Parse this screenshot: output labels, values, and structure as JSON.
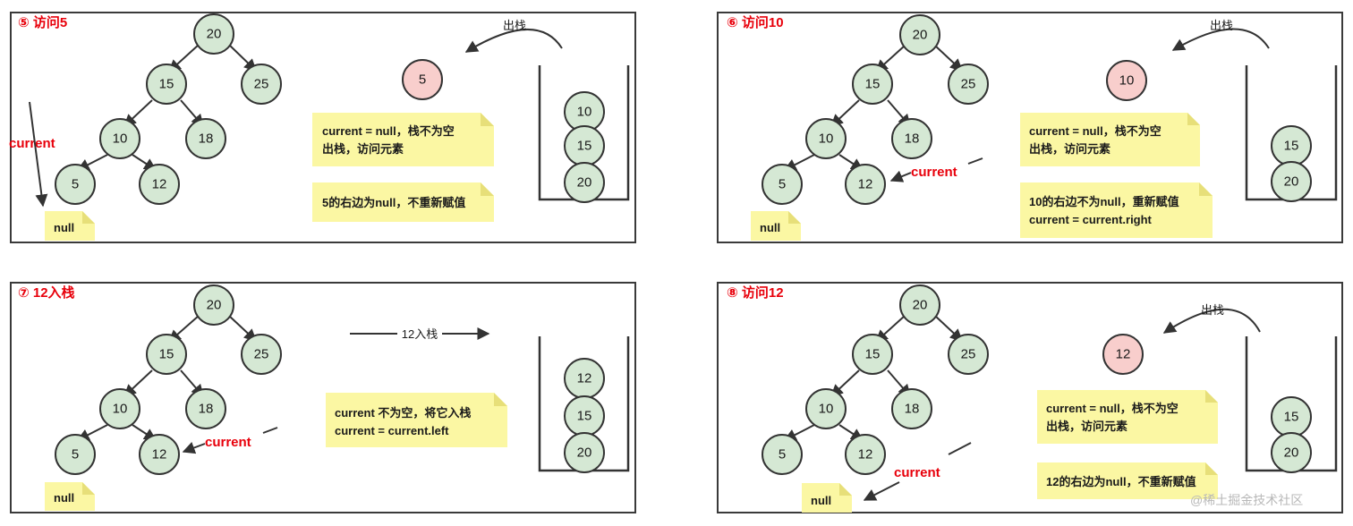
{
  "panels": [
    {
      "title": "⑤ 访问5",
      "tree": {
        "root": "20",
        "l": "15",
        "r": "25",
        "ll": "10",
        "lr": "18",
        "lll": "5",
        "llr": "12"
      },
      "popped": "5",
      "pop_label": "出栈",
      "stack": [
        "10",
        "15",
        "20"
      ],
      "current_label": "current",
      "null_note": "null",
      "note1": [
        "current = null，栈不为空",
        "出栈，访问元素"
      ],
      "note2": [
        "5的右边为null，不重新赋值"
      ]
    },
    {
      "title": "⑥ 访问10",
      "tree": {
        "root": "20",
        "l": "15",
        "r": "25",
        "ll": "10",
        "lr": "18",
        "lll": "5",
        "llr": "12"
      },
      "popped": "10",
      "pop_label": "出栈",
      "stack": [
        "15",
        "20"
      ],
      "current_label": "current",
      "null_note": "null",
      "note1": [
        "current = null，栈不为空",
        "出栈，访问元素"
      ],
      "note2": [
        "10的右边不为null，重新赋值",
        "current = current.right"
      ]
    },
    {
      "title": "⑦ 12入栈",
      "tree": {
        "root": "20",
        "l": "15",
        "r": "25",
        "ll": "10",
        "lr": "18",
        "lll": "5",
        "llr": "12"
      },
      "push_label": "12入栈",
      "stack": [
        "12",
        "15",
        "20"
      ],
      "current_label": "current",
      "null_note": "null",
      "note1": [
        "current 不为空，将它入栈",
        "current = current.left"
      ]
    },
    {
      "title": "⑧ 访问12",
      "tree": {
        "root": "20",
        "l": "15",
        "r": "25",
        "ll": "10",
        "lr": "18",
        "lll": "5",
        "llr": "12"
      },
      "popped": "12",
      "pop_label": "出栈",
      "stack": [
        "15",
        "20"
      ],
      "current_label": "current",
      "null_note": "null",
      "note1": [
        "current = null，栈不为空",
        "出栈，访问元素"
      ],
      "note2": [
        "12的右边为null，不重新赋值"
      ]
    }
  ],
  "watermark": "@稀土掘金技术社区",
  "colors": {
    "node_fill": "#d5e8d4",
    "popped_fill": "#f8cecc",
    "note_fill": "#fbf7a3",
    "accent_red": "#e8000b"
  }
}
